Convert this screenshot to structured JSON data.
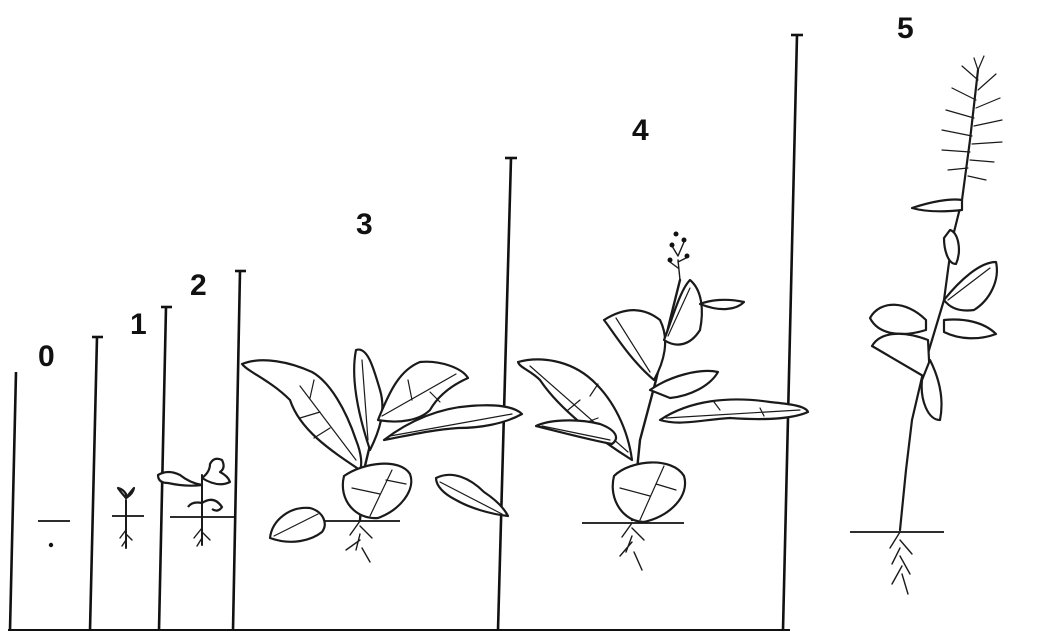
{
  "stages": [
    {
      "label": "0",
      "icon": "seed-icon"
    },
    {
      "label": "1",
      "icon": "seedling-icon"
    },
    {
      "label": "2",
      "icon": "young-plant-icon"
    },
    {
      "label": "3",
      "icon": "rosette-plant-icon"
    },
    {
      "label": "4",
      "icon": "flowering-plant-icon"
    },
    {
      "label": "5",
      "icon": "seeding-plant-icon"
    }
  ],
  "colors": {
    "ink": "#1a1a1a",
    "background": "#ffffff"
  }
}
